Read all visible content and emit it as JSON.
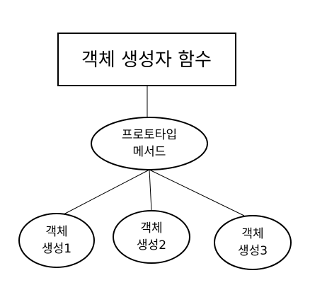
{
  "constructor": {
    "label": "객체 생성자 함수"
  },
  "prototype": {
    "line1": "프로토타입",
    "line2": "메서드"
  },
  "objects": [
    {
      "line1": "객체",
      "line2": "생성1"
    },
    {
      "line1": "객체",
      "line2": "생성2"
    },
    {
      "line1": "객체",
      "line2": "생성3"
    }
  ],
  "colors": {
    "stroke": "#000000",
    "fill": "#ffffff"
  }
}
